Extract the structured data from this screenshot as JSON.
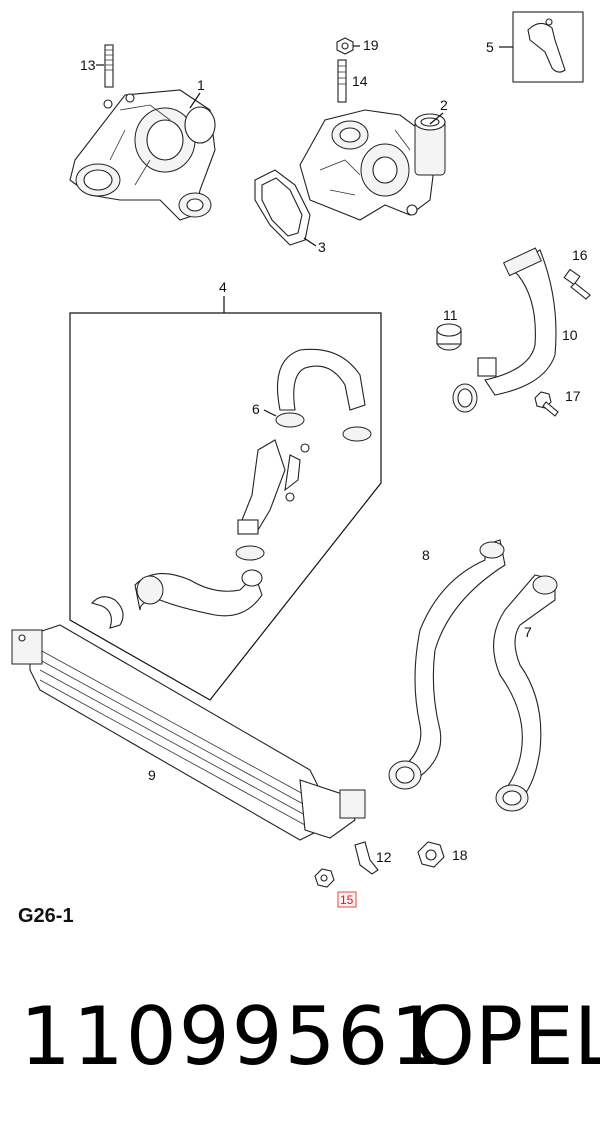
{
  "callouts": {
    "c1": "1",
    "c2": "2",
    "c3": "3",
    "c4": "4",
    "c5": "5",
    "c6": "6",
    "c7": "7",
    "c8": "8",
    "c9": "9",
    "c10": "10",
    "c11": "11",
    "c12": "12",
    "c13": "13",
    "c14": "14",
    "c15": "15",
    "c16": "16",
    "c17": "17",
    "c18": "18",
    "c19": "19"
  },
  "highlighted_callout": "15",
  "section_code": "G26-1",
  "part_number": "11099561",
  "brand": "OPEL",
  "colors": {
    "highlight_border": "#e24a4a",
    "highlight_fill": "#fff0f0",
    "line": "#111111"
  }
}
